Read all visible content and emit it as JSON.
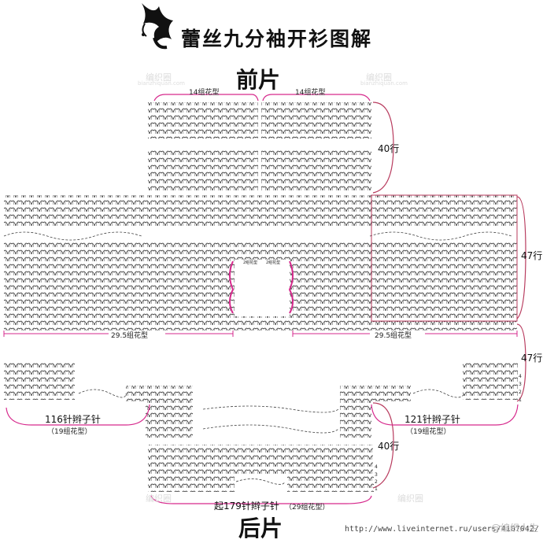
{
  "title": "蕾丝九分袖开衫图解",
  "front_label": "前片",
  "back_label": "后片",
  "labels": {
    "top_left_groups": "14组花型",
    "top_right_groups": "14组花型",
    "front_rows": "40行",
    "sleeve_rows_upper": "47行",
    "sleeve_rows_lower": "47行",
    "left_width": "29.5组花型",
    "right_width": "29.5组花型",
    "left_cast": "116针辫子针",
    "left_cast_groups": "（19组花型）",
    "right_cast": "121针辫子针",
    "right_cast_groups": "（19组花型）",
    "back_rows": "40行",
    "back_cast": "起179针辫子针",
    "back_cast_groups": "（29组花型）",
    "neck_left": "2组花型",
    "neck_right": "2组花型"
  },
  "row_ticks": [
    "4",
    "3",
    "2",
    "1"
  ],
  "watermark": "编织圈",
  "watermark_sub": "bianzhiquan.com",
  "url": "http://www.liveinternet.ru/users/4107042/",
  "signature": "@编织人生",
  "colors": {
    "accent": "#d6298c",
    "line": "#b83b5e",
    "stitch": "#333333"
  }
}
